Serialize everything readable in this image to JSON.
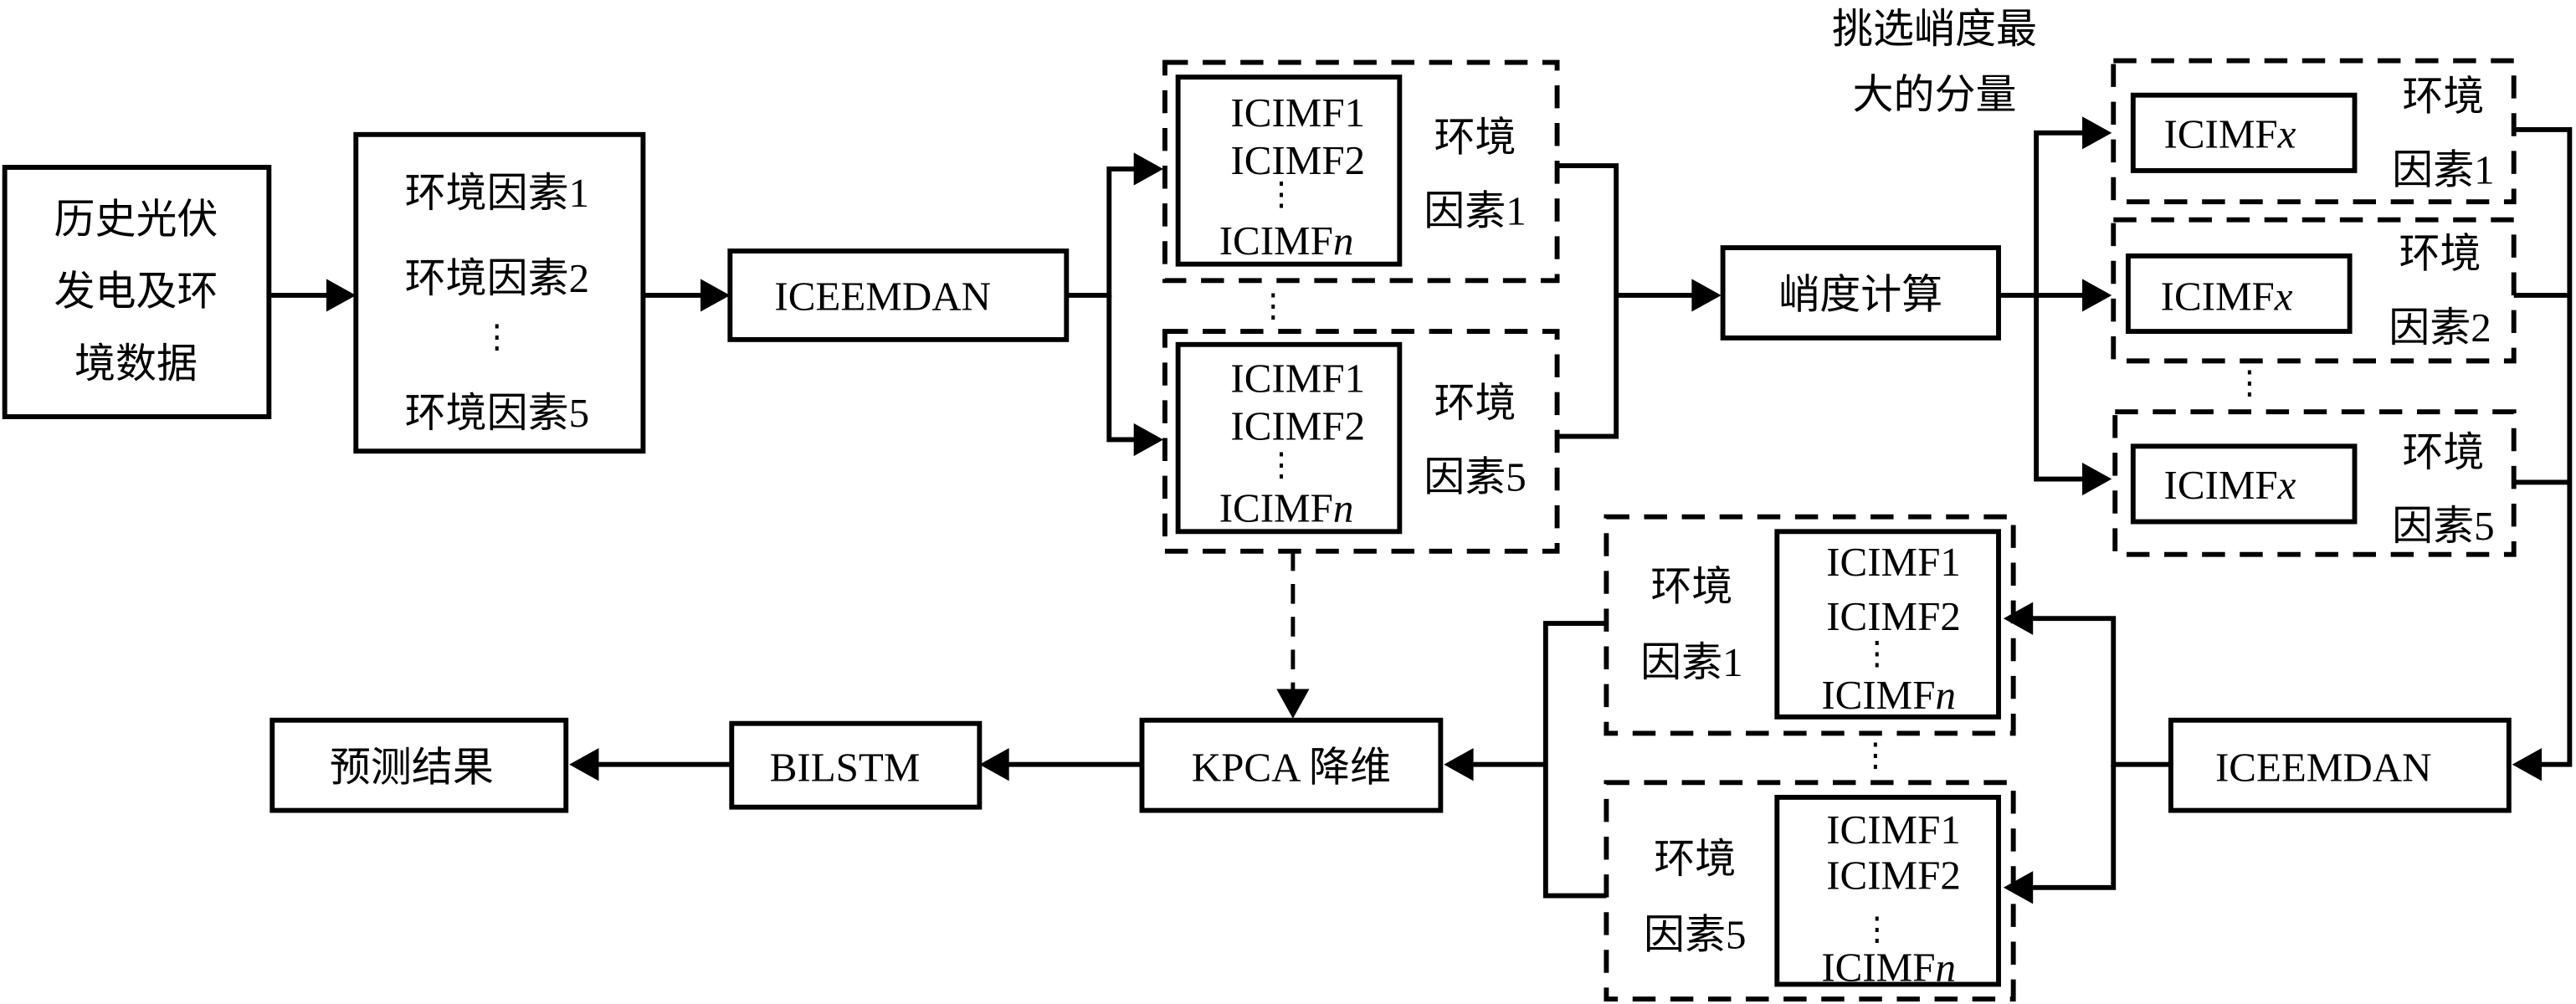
{
  "diagram": {
    "source": {
      "lines": [
        "历史光伏",
        "发电及环",
        "境数据"
      ]
    },
    "factors": {
      "items": [
        "环境因素1",
        "环境因素2",
        "环境因素5"
      ],
      "ellipsis": "⋮"
    },
    "iceemdan_top": "ICEEMDAN",
    "decomp_groups": [
      {
        "imfs": [
          "ICIMF1",
          "ICIMF2",
          "⋮",
          "ICIMF"
        ],
        "imf_suffix": "n",
        "label": [
          "环境",
          "因素1"
        ]
      },
      {
        "imfs": [
          "ICIMF1",
          "ICIMF2",
          "⋮",
          "ICIMF"
        ],
        "imf_suffix": "n",
        "label": [
          "环境",
          "因素5"
        ]
      }
    ],
    "kurtosis": "峭度计算",
    "select_note": [
      "挑选峭度最",
      "大的分量"
    ],
    "selected": [
      {
        "imf": "ICIMF",
        "suffix": "x",
        "label": [
          "环境",
          "因素1"
        ]
      },
      {
        "imf": "ICIMF",
        "suffix": "x",
        "label": [
          "环境",
          "因素2"
        ]
      },
      {
        "imf": "ICIMF",
        "suffix": "x",
        "label": [
          "环境",
          "因素5"
        ]
      }
    ],
    "iceemdan_bottom": "ICEEMDAN",
    "redecomp_groups": [
      {
        "imfs": [
          "ICIMF1",
          "ICIMF2",
          "⋮",
          "ICIMF"
        ],
        "imf_suffix": "n",
        "label": [
          "环境",
          "因素1"
        ]
      },
      {
        "imfs": [
          "ICIMF1",
          "ICIMF2",
          "⋮",
          "ICIMF"
        ],
        "imf_suffix": "n",
        "label": [
          "环境",
          "因素5"
        ]
      }
    ],
    "kpca": "KPCA 降维",
    "bilstm": "BILSTM",
    "result": "预测结果",
    "ellipsis": "⋮"
  }
}
